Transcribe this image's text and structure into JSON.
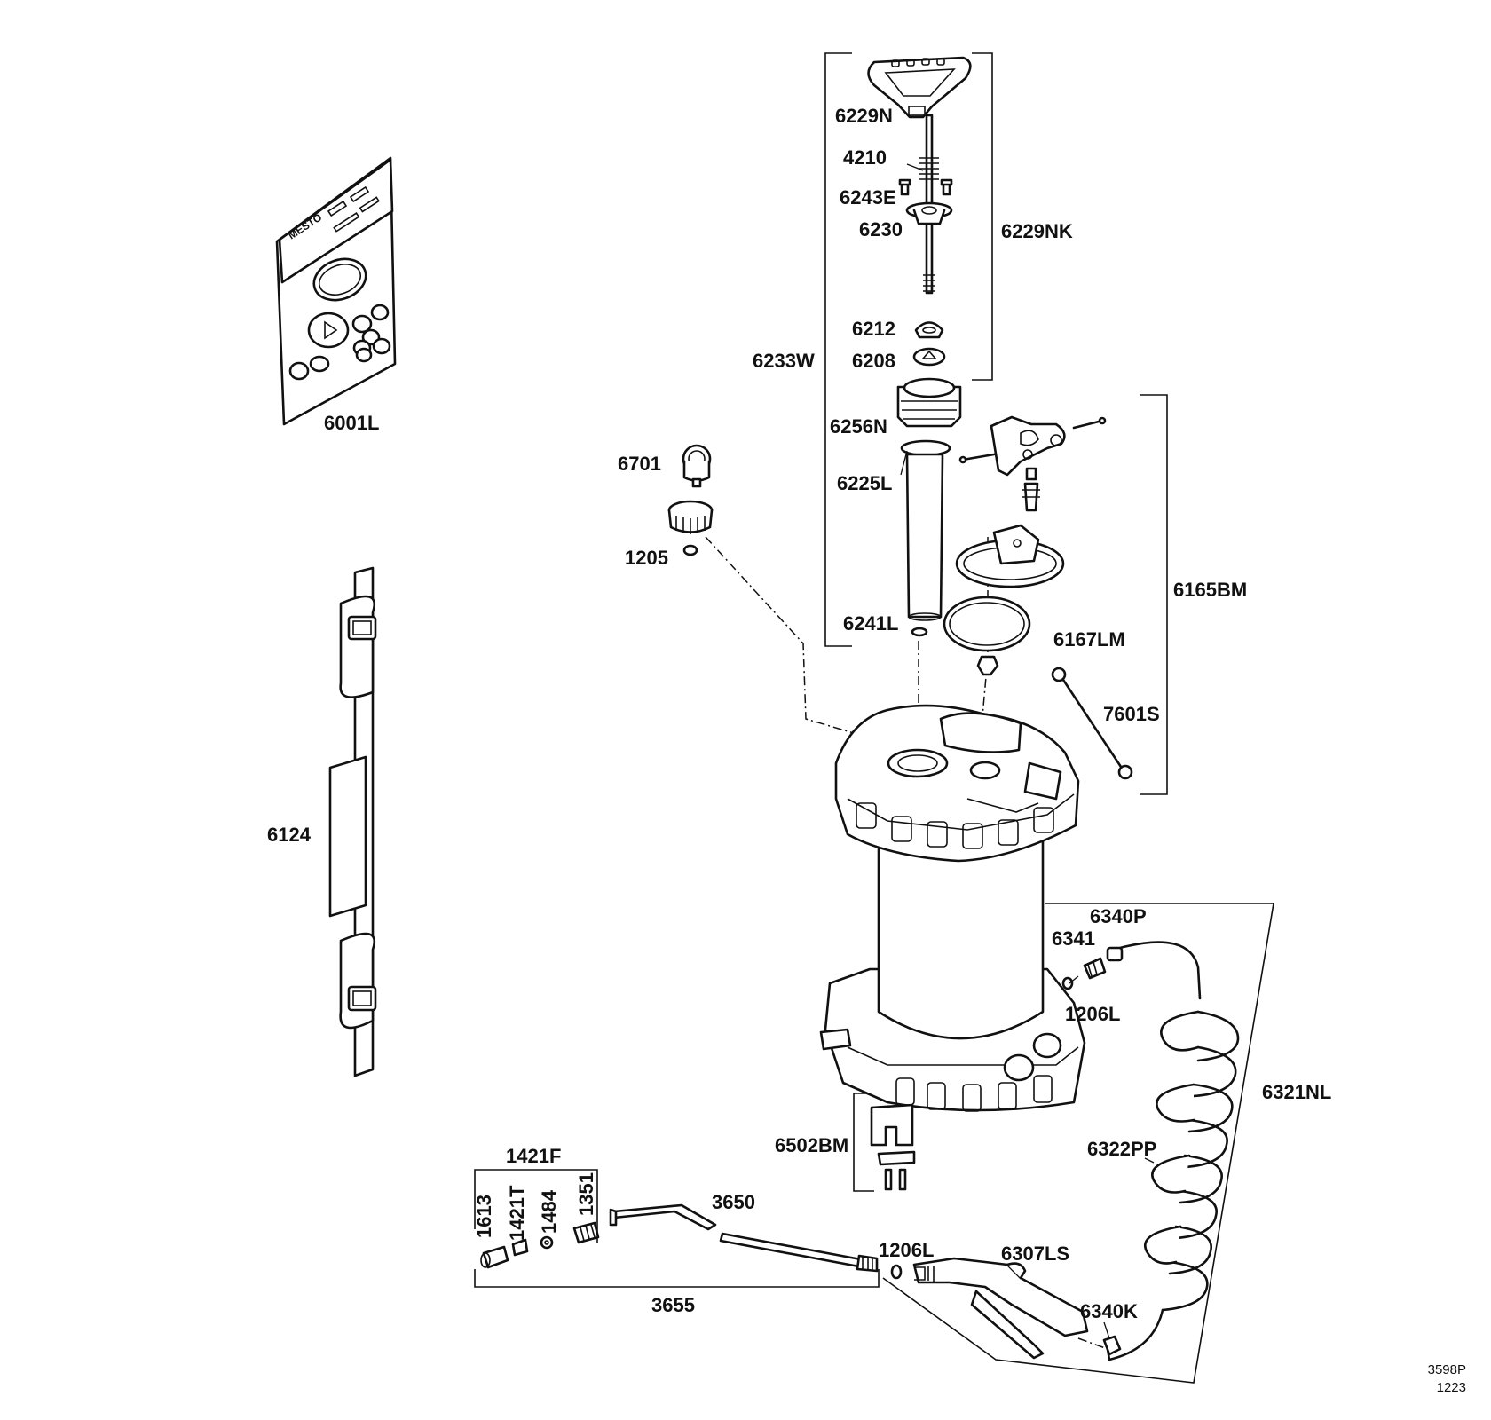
{
  "diagram": {
    "labels": {
      "l6229N": "6229N",
      "l4210": "4210",
      "l6243E": "6243E",
      "l6230": "6230",
      "l6229NK": "6229NK",
      "l6212": "6212",
      "l6208": "6208",
      "l6233W": "6233W",
      "l6256N": "6256N",
      "l6225L": "6225L",
      "l6241L": "6241L",
      "l6165BM": "6165BM",
      "l6167LM": "6167LM",
      "l7601S": "7601S",
      "l6701": "6701",
      "l1205": "1205",
      "l6001L": "6001L",
      "l6124": "6124",
      "l6340P": "6340P",
      "l6341": "6341",
      "l1206L_top": "1206L",
      "l6321NL": "6321NL",
      "l6322PP": "6322PP",
      "l6502BM": "6502BM",
      "l1421F": "1421F",
      "l1613": "1613",
      "l1421T": "1421T",
      "l1484": "1484",
      "l1351": "1351",
      "l3650": "3650",
      "l1206L_bottom": "1206L",
      "l6307LS": "6307LS",
      "l3655": "3655",
      "l6340K": "6340K"
    },
    "package_brand": "MESTO",
    "drawing_number": "3598P",
    "drawing_revision": "1223"
  }
}
